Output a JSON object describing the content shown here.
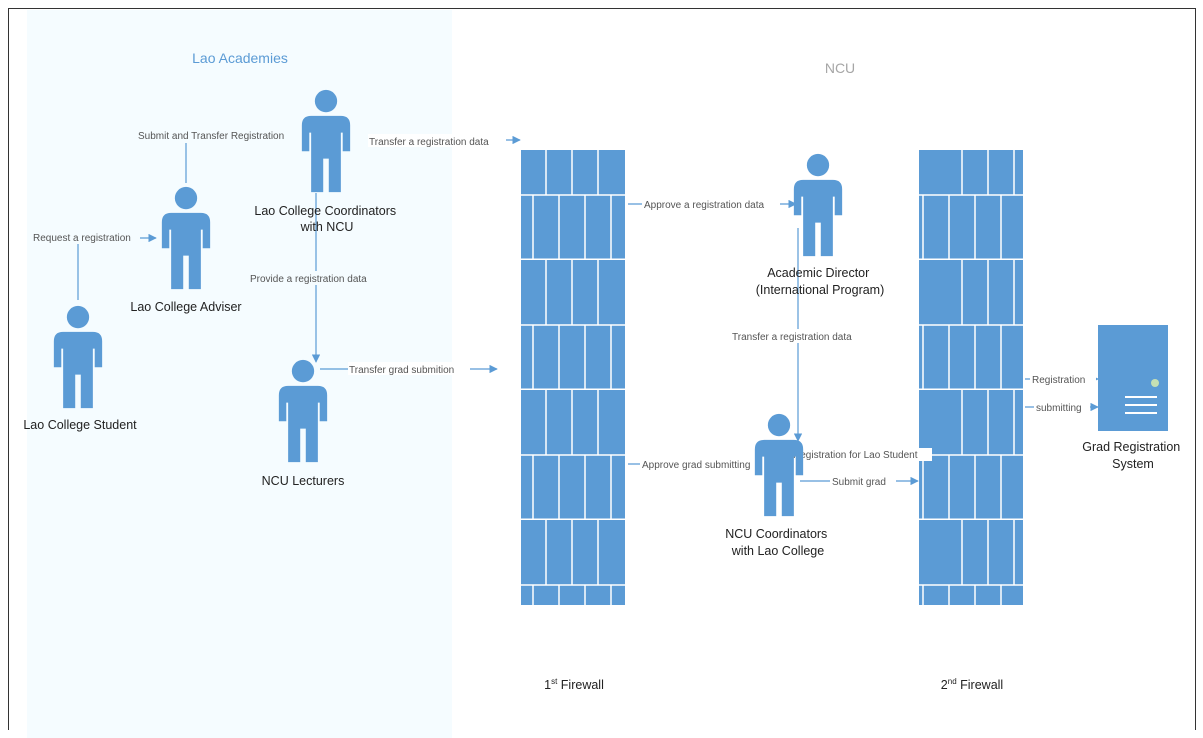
{
  "zones": {
    "lao": {
      "title": "Lao Academies",
      "color": "#5b9bd5"
    },
    "ncu": {
      "title": "NCU",
      "color": "#a6a6a6"
    }
  },
  "actors": {
    "student": "Lao College Student",
    "adviser": "Lao College Adviser",
    "coordinators_lao": {
      "line1": "Lao College Coordinators",
      "line2": "with NCU"
    },
    "lecturers": "NCU Lecturers",
    "director": {
      "line1": "Academic Director",
      "line2": "(International Program)"
    },
    "coordinators_ncu": {
      "line1": "NCU Coordinators",
      "line2": "with Lao College"
    }
  },
  "system": {
    "line1": "Grad Registration",
    "line2": "System",
    "icon": "server-icon"
  },
  "firewalls": [
    {
      "base": "1",
      "sup": "st",
      "label": "Firewall"
    },
    {
      "base": "2",
      "sup": "nd",
      "label": "Firewall"
    }
  ],
  "flows": {
    "request": "Request a registration",
    "submit_transfer": "Submit and Transfer Registration",
    "transfer_data": "Transfer a registration data",
    "provide_data": "Provide a registration data",
    "transfer_grad": "Transfer grad submition",
    "approve_data": "Approve a registration data",
    "transfer_data_2": "Transfer a registration data",
    "approve_grad": "Approve grad submitting",
    "registration_lao": "Registration for Lao Student",
    "submit_grad": "Submit grad",
    "registration": "Registration",
    "submitting": "submitting"
  },
  "colors": {
    "actor": "#5b9bd5",
    "zone_bg": "#f5fcff",
    "line": "#5b9bd5"
  }
}
